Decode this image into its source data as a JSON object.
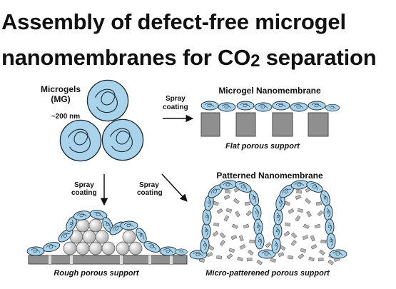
{
  "title": {
    "line1": "Assembly of defect-free microgel",
    "line2_prefix": "nanomembranes for CO",
    "line2_sub": "2",
    "line2_suffix": " separation"
  },
  "microgels": {
    "label_line1": "Microgels",
    "label_line2": "(MG)",
    "size": "~200 nm"
  },
  "steps": {
    "spray1": "Spray",
    "spray2": "coating"
  },
  "panels": {
    "flat_title": "Microgel Nanomembrane",
    "flat_caption": "Flat porous support",
    "patterned_title": "Patterned Nanomembrane",
    "rough_caption": "Rough porous support",
    "micro_caption": "Micro-patterened porous support"
  },
  "colors": {
    "microgel_fill": "#a9d3ea",
    "microgel_stroke": "#1c2a35",
    "support_fill": "#8f8f8f",
    "sphere_fill": "#d2d2d2"
  }
}
